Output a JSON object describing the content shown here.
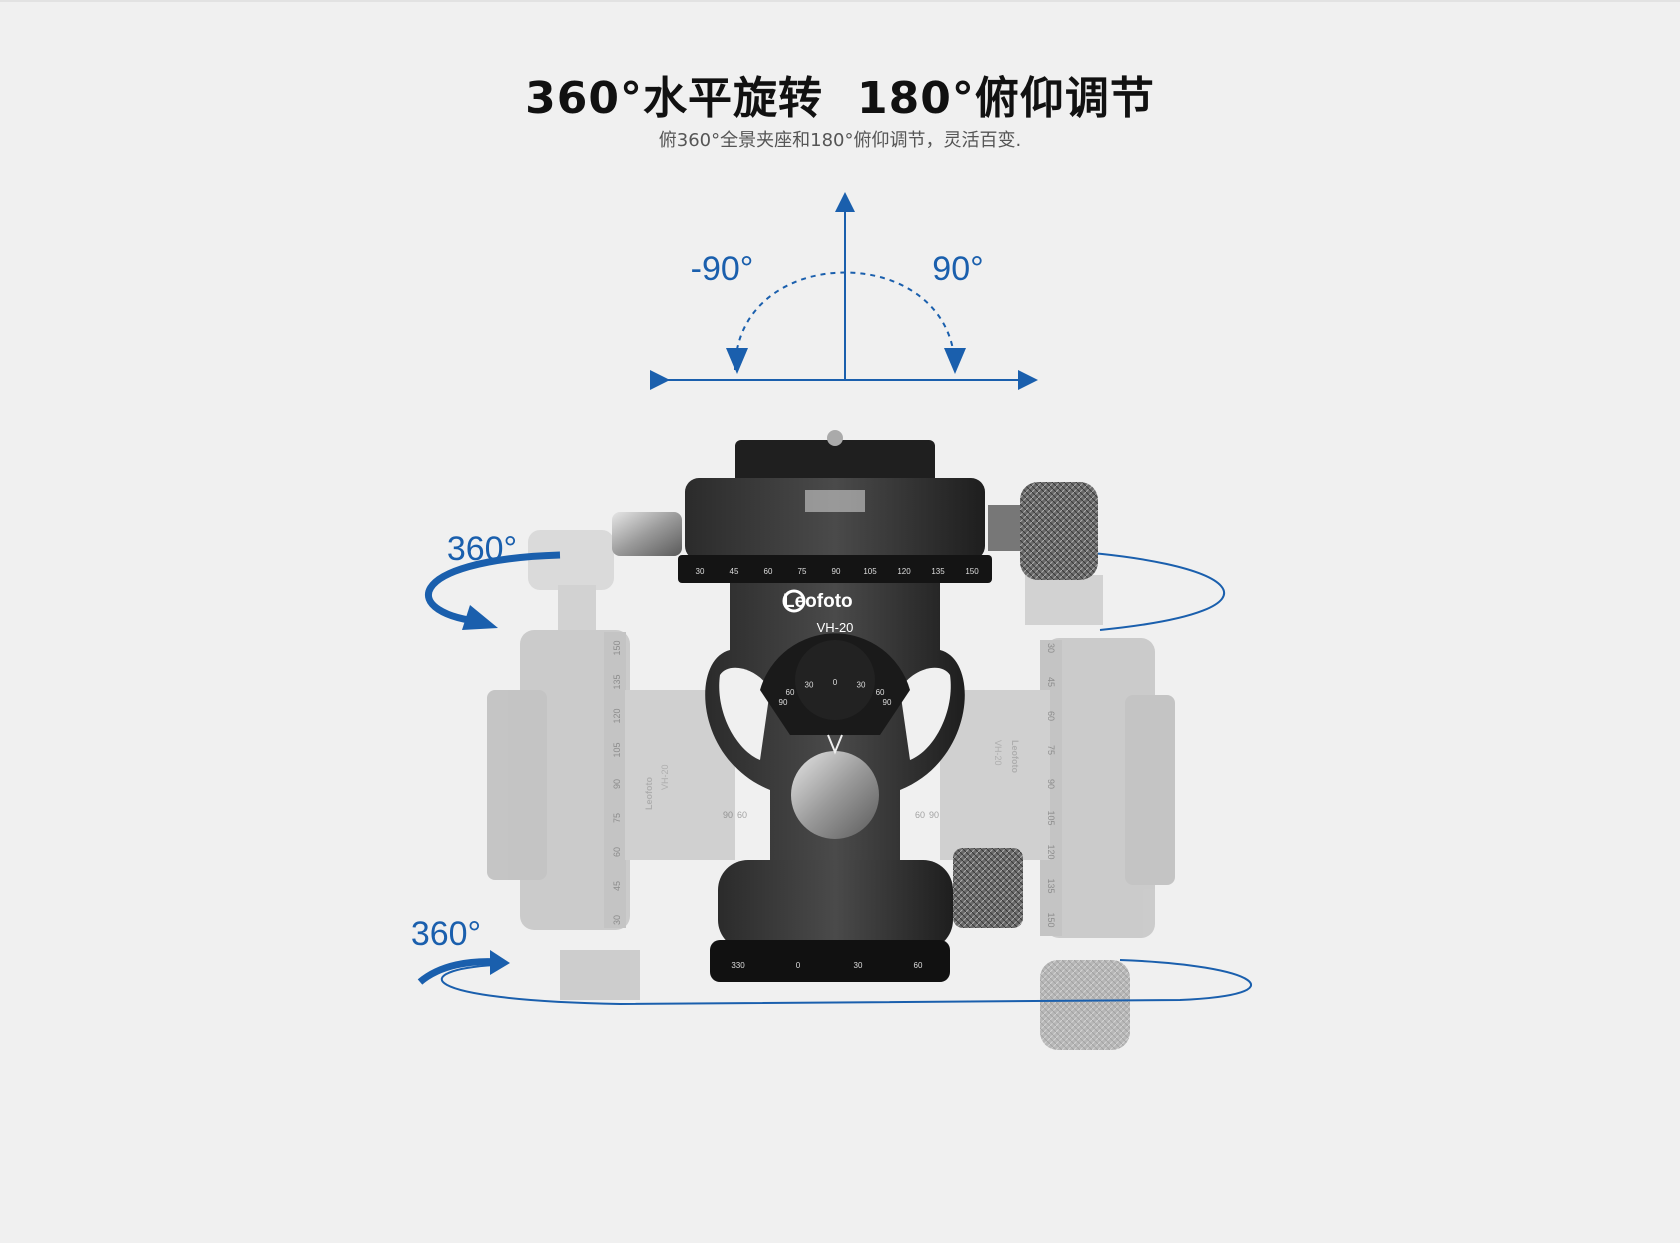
{
  "header": {
    "title_left": "360°水平旋转",
    "title_right": "180°俯仰调节",
    "subtitle": "俯360°全景夹座和180°俯仰调节，灵活百变."
  },
  "diagram": {
    "tilt_left_label": "-90°",
    "tilt_right_label": "90°",
    "pan_top_label": "360°",
    "pan_bottom_label": "360°",
    "accent_color": "#1a5fad"
  },
  "product": {
    "brand": "Leofoto",
    "model": "VH-20",
    "top_scale": [
      "30",
      "45",
      "60",
      "75",
      "90",
      "105",
      "120",
      "135",
      "150"
    ],
    "tilt_scale": [
      "90",
      "60",
      "30",
      "0",
      "30",
      "60",
      "90"
    ],
    "base_scale": [
      "330",
      "0",
      "30",
      "60"
    ],
    "ghost_scale": [
      "30",
      "45",
      "60",
      "75",
      "90",
      "105",
      "120",
      "135",
      "150"
    ],
    "ghost_tilt": [
      "90",
      "60"
    ]
  }
}
